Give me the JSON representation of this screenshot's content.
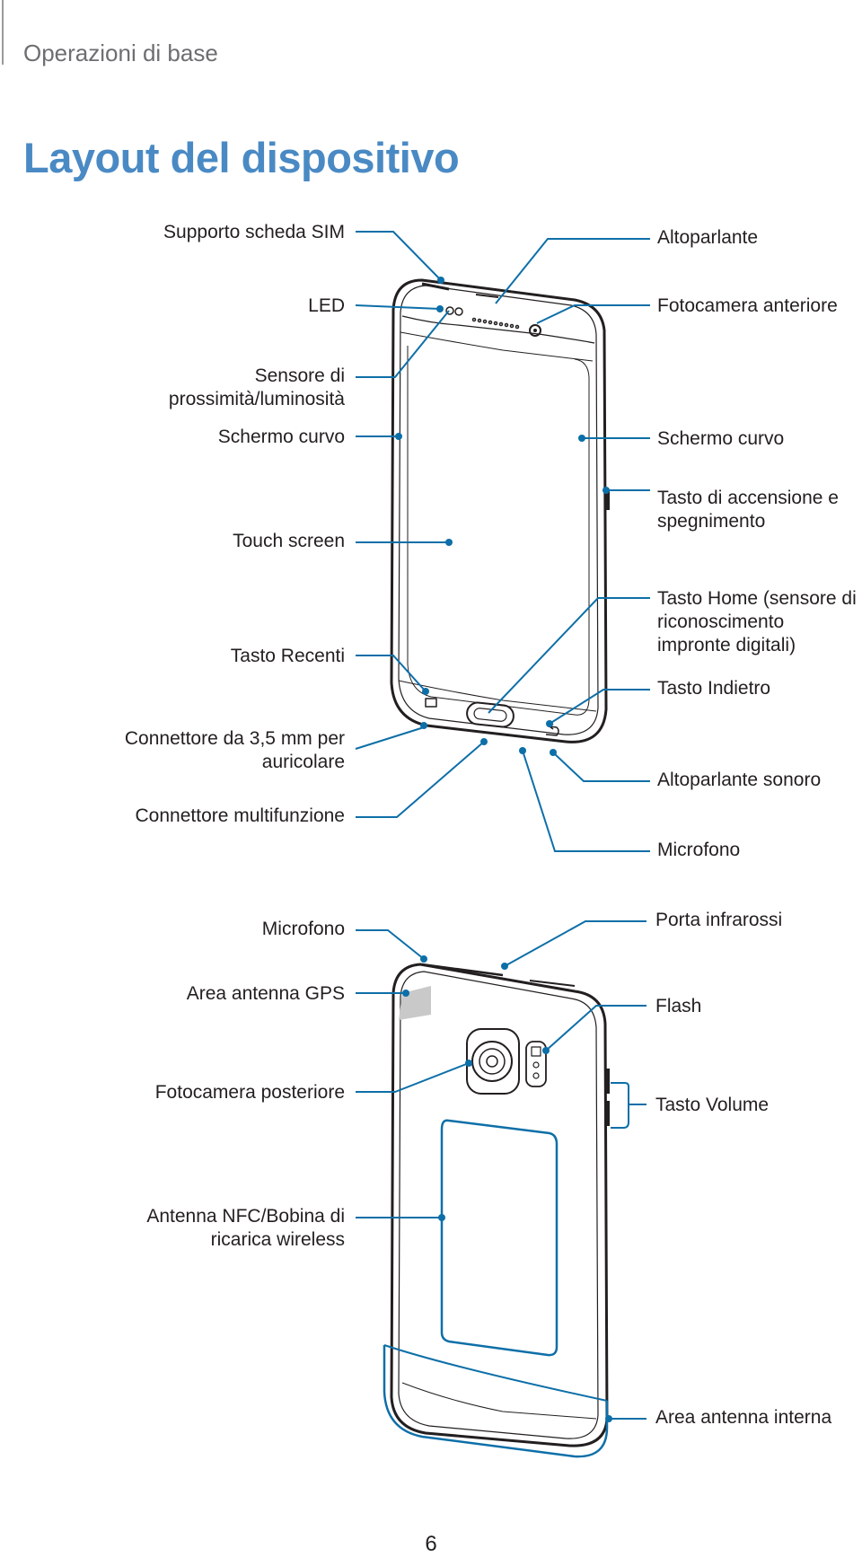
{
  "header": {
    "section": "Operazioni di base"
  },
  "title": "Layout del dispositivo",
  "front": {
    "left_labels": {
      "sim_tray": "Supporto scheda SIM",
      "led": "LED",
      "proximity_sensor": "Sensore di prossimità/luminosità",
      "edge_screen_left": "Schermo curvo",
      "touch_screen": "Touch screen",
      "recents_key": "Tasto Recenti",
      "earphone_jack": "Connettore da 3,5 mm per auricolare",
      "multipurpose_jack": "Connettore multifunzione"
    },
    "right_labels": {
      "earpiece": "Altoparlante",
      "front_camera": "Fotocamera anteriore",
      "edge_screen_right": "Schermo curvo",
      "power_key": "Tasto di accensione e spegnimento",
      "home_key": "Tasto Home (sensore di riconoscimento impronte digitali)",
      "back_key": "Tasto Indietro",
      "speaker": "Altoparlante sonoro",
      "microphone_bottom": "Microfono"
    }
  },
  "back": {
    "left_labels": {
      "microphone_top": "Microfono",
      "gps_antenna": "Area antenna GPS",
      "rear_camera": "Fotocamera posteriore",
      "nfc_antenna": "Antenna NFC/Bobina di ricarica wireless"
    },
    "right_labels": {
      "ir_port": "Porta infrarossi",
      "flash": "Flash",
      "volume_key": "Tasto Volume",
      "main_antenna": "Area antenna interna"
    }
  },
  "colors": {
    "accent": "#4a8ac4",
    "callout": "#0d6fa8",
    "text": "#231f20",
    "header": "#6d6e71"
  },
  "page_number": "6"
}
